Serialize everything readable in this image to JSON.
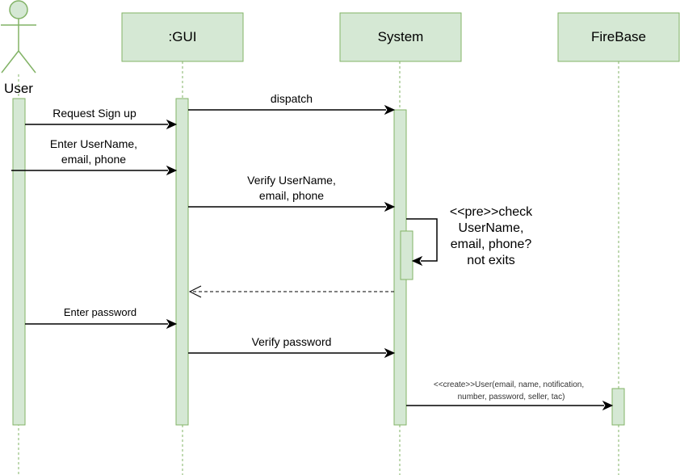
{
  "colors": {
    "fill": "#d5e8d4",
    "stroke": "#82b366",
    "line": "#000000"
  },
  "actor": {
    "label": "User"
  },
  "lifelines": [
    {
      "label": ":GUI"
    },
    {
      "label": "System"
    },
    {
      "label": "FireBase"
    }
  ],
  "messages": {
    "dispatch": "dispatch",
    "request_sign_up": "Request Sign up",
    "enter_username_1": "Enter UserName,",
    "enter_username_2": "email, phone",
    "verify_username_1": "Verify UserName,",
    "verify_username_2": "email, phone",
    "enter_password": "Enter password",
    "verify_password": "Verify password",
    "create_user_1": "<<create>>User(email, name, notification,",
    "create_user_2": "number, password, seller, tac)"
  },
  "self_note": {
    "line1": "<<pre>>check",
    "line2": "UserName,",
    "line3": "email, phone?",
    "line4": "not exits"
  }
}
